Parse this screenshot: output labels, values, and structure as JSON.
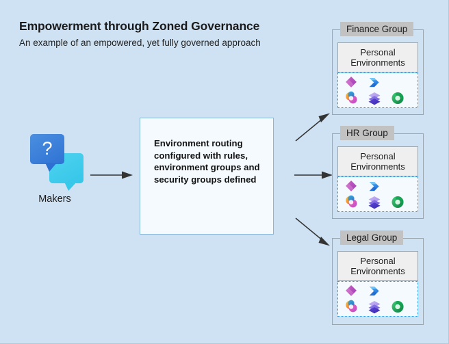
{
  "header": {
    "title": "Empowerment through Zoned Governance",
    "subtitle": "An example of an empowered, yet fully governed approach"
  },
  "makers": {
    "label": "Makers",
    "icon": "speech-bubbles-question-icon",
    "question_mark": "?"
  },
  "center_box": {
    "text": "Environment routing configured with rules, environment groups and security groups defined"
  },
  "arrows": {
    "makers_to_center": "arrow-right",
    "center_to_finance": "arrow-up-right",
    "center_to_hr": "arrow-right",
    "center_to_legal": "arrow-down-right"
  },
  "groups": [
    {
      "title": "Finance Group",
      "environment_label": "Personal\nEnvironments",
      "environment_label_line1": "Personal",
      "environment_label_line2": "Environments",
      "apps": [
        {
          "name": "power-apps-icon"
        },
        {
          "name": "power-automate-icon"
        },
        {
          "name": "microsoft-copilot-icon"
        },
        {
          "name": "power-bi-icon"
        },
        {
          "name": "power-pages-icon"
        }
      ]
    },
    {
      "title": "HR Group",
      "environment_label": "Personal\nEnvironments",
      "environment_label_line1": "Personal",
      "environment_label_line2": "Environments",
      "apps": [
        {
          "name": "power-apps-icon"
        },
        {
          "name": "power-automate-icon"
        },
        {
          "name": "microsoft-copilot-icon"
        },
        {
          "name": "power-bi-icon"
        },
        {
          "name": "power-pages-icon"
        }
      ]
    },
    {
      "title": "Legal Group",
      "environment_label": "Personal\nEnvironments",
      "environment_label_line1": "Personal",
      "environment_label_line2": "Environments",
      "apps": [
        {
          "name": "power-apps-icon"
        },
        {
          "name": "power-automate-icon"
        },
        {
          "name": "microsoft-copilot-icon"
        },
        {
          "name": "power-bi-icon"
        },
        {
          "name": "power-pages-icon"
        }
      ]
    }
  ],
  "colors": {
    "background": "#cfe2f3",
    "group_title_bg": "#c2c2c2",
    "personal_env_bg": "#efefef",
    "zone_border": "#2f86d4",
    "center_box_bg": "#f4fafe",
    "center_box_border": "#8ab6d6",
    "arrow": "#333333",
    "bubble_front": "#2f72d4",
    "bubble_back": "#38c8ea"
  }
}
